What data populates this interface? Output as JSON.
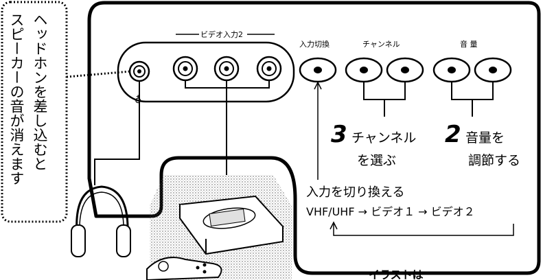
{
  "note_box": {
    "column_1": "ヘッドホンを差し込むと",
    "column_2": "スピーカーの音が消えます"
  },
  "panel": {
    "video_input_label": "ビデオ入力2",
    "input_switch_label": "入力切換",
    "channel_label": "チャンネル",
    "volume_label": "音 量"
  },
  "steps": {
    "channel_number": "3",
    "channel_text_line1": "チャンネル",
    "channel_text_line2": "を選ぶ",
    "volume_number": "2",
    "volume_text_line1": "音量を",
    "volume_text_line2": "調節する"
  },
  "input_switch": {
    "title": "入力を切り換える",
    "sequence": "VHF/UHF → ビデオ１ → ビデオ２"
  },
  "footer": {
    "caption_partial": "イラストは"
  }
}
